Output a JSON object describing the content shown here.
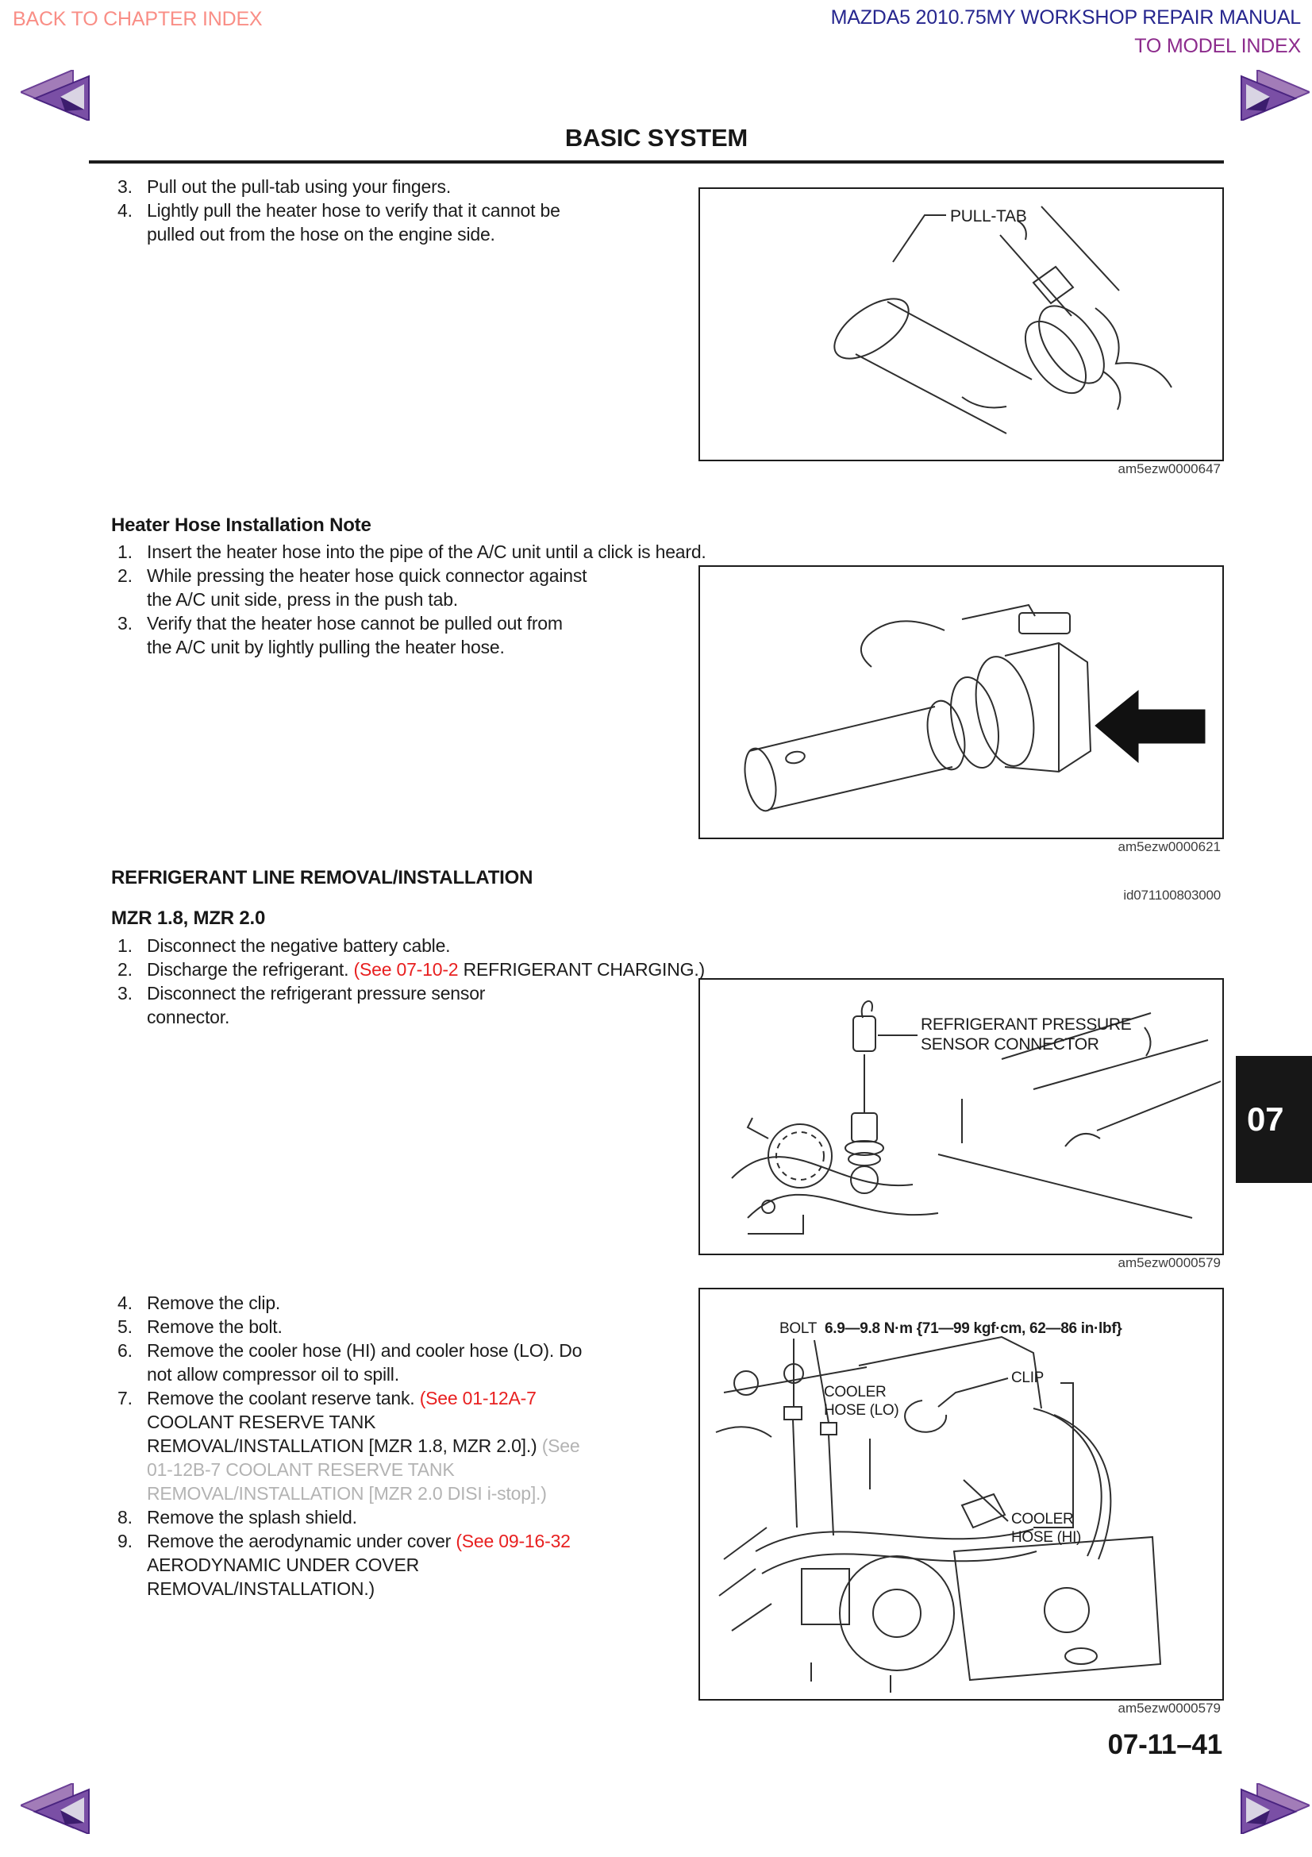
{
  "colors": {
    "back_link": "#f98e86",
    "manual_title_navy": "#26268e",
    "model_index_purple": "#8c2b8c",
    "reference_link_red": "#e82020",
    "inactive_reference_gray": "#b3b3b3",
    "chapter_tab_bg": "#171717",
    "chapter_tab_text": "#ffffff",
    "nav_arrow_purple": "#6b3f96"
  },
  "header": {
    "back_link": "BACK TO CHAPTER INDEX",
    "manual_title": "MAZDA5 2010.75MY WORKSHOP REPAIR MANUAL",
    "model_index_link": "TO MODEL INDEX"
  },
  "title": "BASIC SYSTEM",
  "doc_id": "id071100803000",
  "chapter_tab": "07",
  "page_number": "07-11–41",
  "pull_tab_steps": {
    "items": [
      {
        "num": "3.",
        "text": "Pull out the pull-tab using your fingers."
      },
      {
        "num": "4.",
        "text": "Lightly pull the heater hose to verify that it cannot be pulled out from the hose on the engine side."
      }
    ]
  },
  "figure1": {
    "label": "PULL-TAB",
    "caption": "am5ezw0000647"
  },
  "heater_note": {
    "heading": "Heater Hose Installation Note",
    "items": [
      {
        "num": "1.",
        "text": "Insert the heater hose into the pipe of the A/C unit until a click is heard."
      },
      {
        "num": "2.",
        "text": "While pressing the heater hose quick connector against the A/C unit side, press in the push tab."
      },
      {
        "num": "3.",
        "text": "Verify that the heater hose cannot be pulled out from the A/C unit by lightly pulling the heater hose."
      }
    ]
  },
  "figure2": {
    "caption": "am5ezw0000621"
  },
  "refrigerant": {
    "heading": "REFRIGERANT LINE REMOVAL/INSTALLATION",
    "subheading": "MZR 1.8, MZR 2.0",
    "items": [
      {
        "num": "1.",
        "text": "Disconnect the negative battery cable."
      },
      {
        "num": "2.",
        "pre": "Discharge the refrigerant. ",
        "link": "(See 07-10-2",
        "post": " REFRIGERANT CHARGING.)"
      },
      {
        "num": "3.",
        "text": "Disconnect the refrigerant pressure sensor connector."
      }
    ]
  },
  "figure3": {
    "label": "REFRIGERANT PRESSURE SENSOR CONNECTOR",
    "caption": "am5ezw0000579"
  },
  "removal_steps": {
    "items": [
      {
        "num": "4.",
        "text": "Remove the clip."
      },
      {
        "num": "5.",
        "text": "Remove the bolt."
      },
      {
        "num": "6.",
        "text": "Remove the cooler hose (HI) and cooler hose (LO). Do not allow compressor oil to spill."
      },
      {
        "num": "7.",
        "pre": "Remove the coolant reserve tank. ",
        "link": "(See 01-12A-7 ",
        "post": "COOLANT RESERVE TANK REMOVAL/INSTALLATION [MZR 1.8, MZR 2.0].) ",
        "gray": "(See 01-12B-7 COOLANT RESERVE TANK REMOVAL/INSTALLATION [MZR 2.0 DISI i-stop].)"
      },
      {
        "num": "8.",
        "text": "Remove the splash shield."
      },
      {
        "num": "9.",
        "pre": "Remove the aerodynamic under cover ",
        "link": "(See 09-16-32 ",
        "post": "AERODYNAMIC UNDER COVER REMOVAL/INSTALLATION.)"
      }
    ]
  },
  "figure4": {
    "bolt_label": "BOLT",
    "torque_spec": "6.9—9.8 N·m {71—99 kgf·cm, 62—86 in·lbf}",
    "clip_label": "CLIP",
    "hose_lo_label": "COOLER HOSE (LO)",
    "hose_hi_label": "COOLER HOSE (HI)",
    "caption": "am5ezw0000579"
  }
}
